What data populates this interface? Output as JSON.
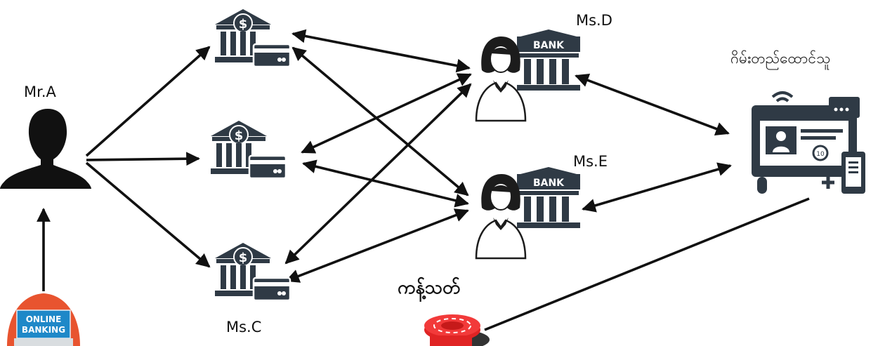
{
  "labels": {
    "mr_a": "Mr.A",
    "ms_c": "Ms.C",
    "ms_d": "Ms.D",
    "ms_e": "Ms.E",
    "game_platform": "ဂိမ်းတည်ထောင်သူ",
    "gambling": "ကန့်သတ်",
    "online_banking": "ONLINE\nBANKING",
    "bank_sign": "BANK"
  },
  "colors": {
    "bank_icon": "#2f3a45",
    "arrow": "#111111",
    "online_banking_bg": "#e8542f",
    "online_banking_screen": "#1e88c8",
    "chip_red": "#e02424"
  },
  "icons": {
    "person": "person-silhouette-icon",
    "bank": "bank-card-icon",
    "banker": "woman-bank-icon",
    "platform": "online-platform-icon",
    "chip": "casino-chip-icon",
    "online_banking": "online-banking-icon"
  }
}
